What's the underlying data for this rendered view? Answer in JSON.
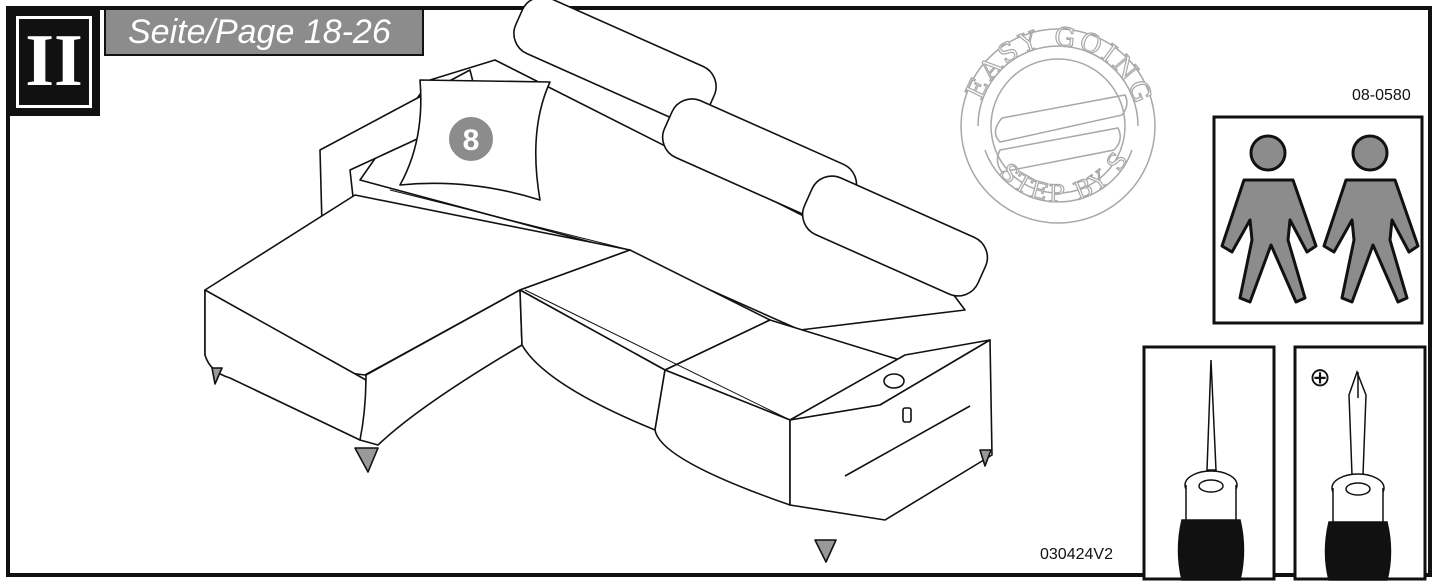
{
  "step": {
    "roman_numeral": "II",
    "page_reference": "Seite/Page 18-26"
  },
  "stamp": {
    "top_text": "EASY GOING",
    "bottom_text": "STEP BY STEP"
  },
  "pillow_callout": "8",
  "codes": {
    "article_number": "08-0580",
    "version": "030424V2"
  },
  "tools": {
    "phillips_symbol": "⊕"
  },
  "icons": {
    "persons": "two-persons-icon",
    "awl": "awl-icon",
    "screwdriver": "phillips-screwdriver-icon"
  },
  "colors": {
    "figure_gray": "#8c8c8c",
    "stamp_gray": "#a8a8a8",
    "line": "#111111"
  }
}
